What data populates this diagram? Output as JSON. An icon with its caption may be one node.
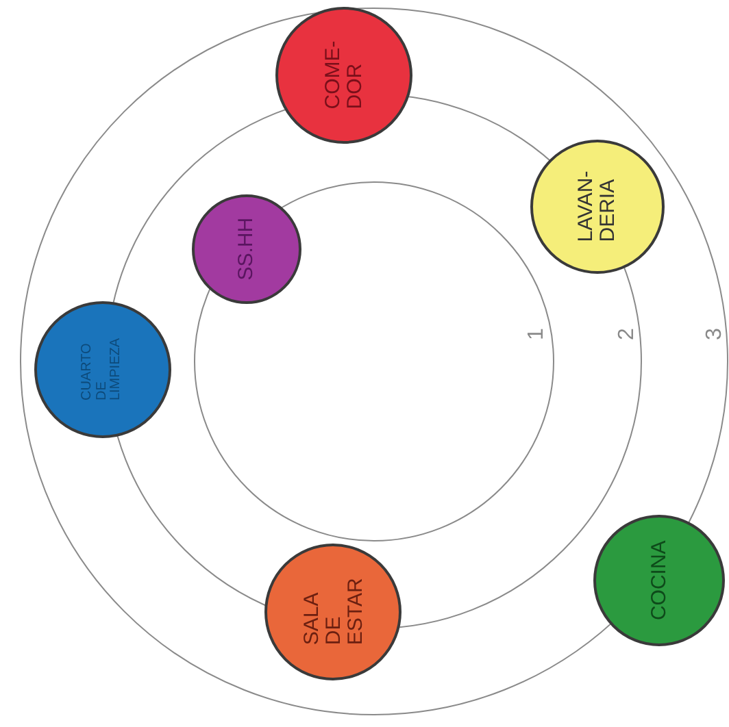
{
  "diagram": {
    "nodes": [
      {
        "text": [
          "COME- DOR"
        ]
      },
      {
        "text": [
          "LAVAN- DERIA"
        ]
      },
      {
        "text": [
          "SS.HH"
        ]
      },
      {
        "text": [
          "CUARTO DE LIMPIEZA"
        ]
      },
      {
        "text": [
          "SALA DE ESTAR"
        ]
      },
      {
        "text": [
          "COCINA"
        ]
      }
    ],
    "labels": [
      "1",
      "2",
      "3"
    ]
  }
}
